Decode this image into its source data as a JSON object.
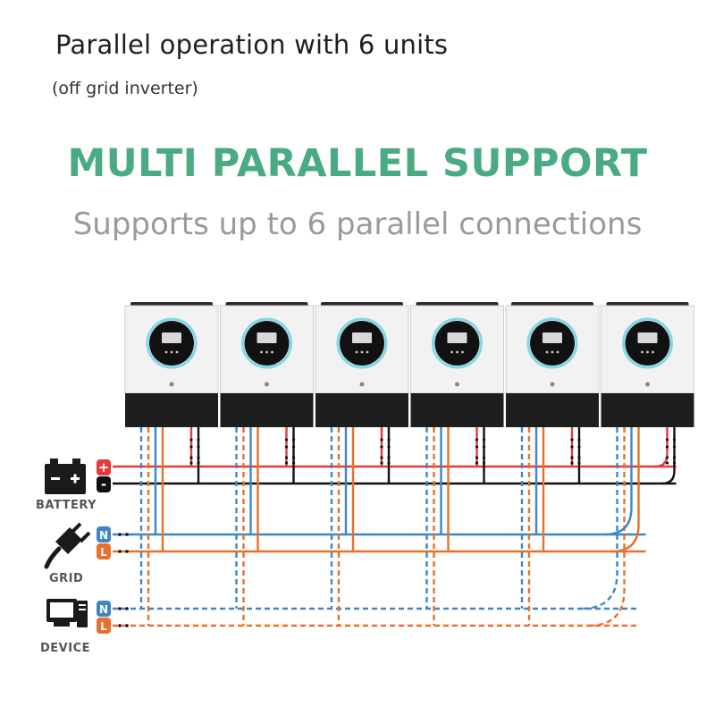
{
  "heading": "Parallel operation with 6 units",
  "subheading": "(off grid inverter)",
  "headline": "MULTI PARALLEL SUPPORT",
  "tagline": "Supports up to 6 parallel connections",
  "inverters": {
    "count": 6,
    "body_color": "#f2f2f2",
    "base_color": "#1e1e1e",
    "ring_color": "#7fd8e8"
  },
  "sources": {
    "battery": {
      "label": "BATTERY",
      "icon": "battery-icon",
      "positive_mark": "+",
      "negative_mark": "-"
    },
    "grid": {
      "label": "GRID",
      "icon": "plug-icon",
      "neutral_mark": "N",
      "line_mark": "L"
    },
    "device": {
      "label": "DEVICE",
      "icon": "computer-icon",
      "neutral_mark": "N",
      "line_mark": "L"
    }
  },
  "colors": {
    "positive": "#e33b3b",
    "negative": "#111111",
    "neutral": "#3f86c5",
    "line": "#e8702a",
    "accent": "#4aaa82"
  }
}
